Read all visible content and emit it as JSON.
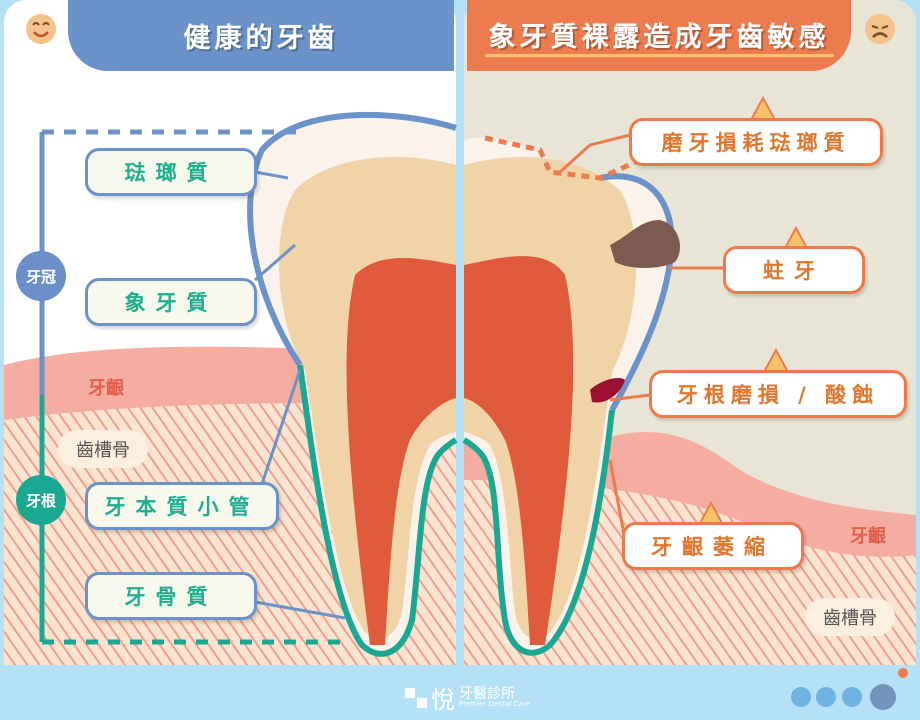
{
  "left": {
    "title": "健康的牙齒",
    "face_icon": "smiling-face",
    "labels": [
      "琺瑯質",
      "象牙質",
      "牙本質小管",
      "牙骨質"
    ],
    "side": {
      "crown": "牙冠",
      "root": "牙根"
    },
    "gum": "牙齦",
    "bone": "齒槽骨"
  },
  "right": {
    "title": "象牙質裸露造成牙齒敏感",
    "face_icon": "worried-face",
    "labels": [
      "磨牙損耗琺瑯質",
      "蛀牙",
      "牙根磨損 / 酸蝕",
      "牙齦萎縮"
    ],
    "gum": "牙齦",
    "bone": "齒槽骨"
  },
  "footer": {
    "logo_char": "悅",
    "clinic": "牙醫診所",
    "clinic_en": "Premier Dental Care"
  },
  "colors": {
    "blue": "#6b93c9",
    "teal": "#1aa893",
    "orange": "#ec7c4d",
    "pulp": "#e05a3c",
    "dentin": "#f1d3a8",
    "gum": "#f3a79a"
  }
}
